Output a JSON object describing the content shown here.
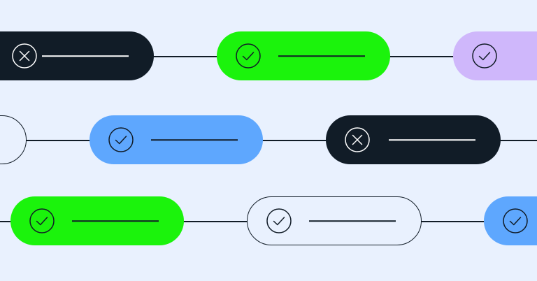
{
  "colors": {
    "background": "#e9f1fe",
    "ink": "#111c27",
    "dark": "#111c27",
    "green": "#1bf30c",
    "purple": "#cfb7fb",
    "blue": "#5ea7fe",
    "outline_fill": "#e9f1fe"
  },
  "rows": [
    {
      "steps": [
        {
          "variant": "dark",
          "status": "failed",
          "icon": "x-circle-icon"
        },
        {
          "variant": "green",
          "status": "passed",
          "icon": "check-circle-icon"
        },
        {
          "variant": "purple",
          "status": "passed",
          "icon": "check-circle-icon"
        }
      ]
    },
    {
      "steps": [
        {
          "variant": "outline",
          "status": "unknown",
          "icon": "none"
        },
        {
          "variant": "blue",
          "status": "passed",
          "icon": "check-circle-icon"
        },
        {
          "variant": "dark",
          "status": "failed",
          "icon": "x-circle-icon"
        }
      ]
    },
    {
      "steps": [
        {
          "variant": "green",
          "status": "passed",
          "icon": "check-circle-icon"
        },
        {
          "variant": "outline",
          "status": "passed",
          "icon": "check-circle-icon"
        },
        {
          "variant": "blue",
          "status": "passed",
          "icon": "check-circle-icon"
        }
      ]
    }
  ]
}
